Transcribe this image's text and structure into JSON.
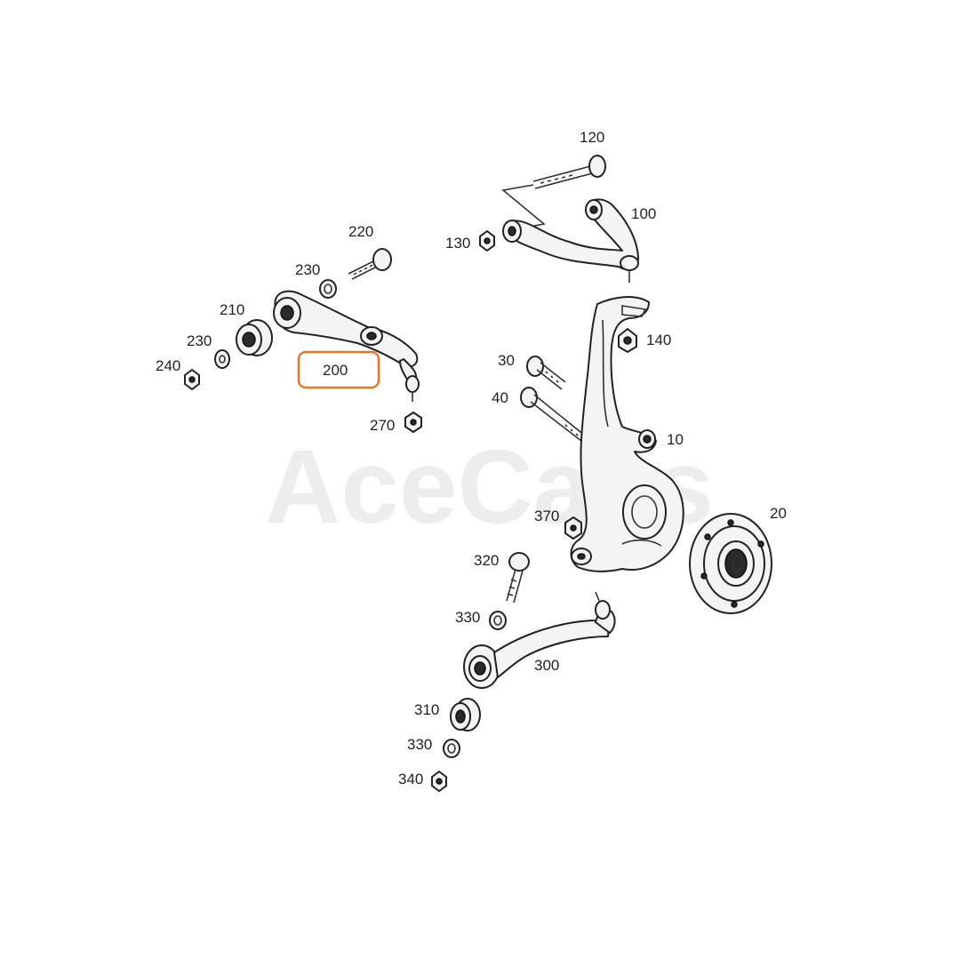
{
  "watermark": "AceCaps",
  "highlight_color": "#e87722",
  "labels": {
    "l120": "120",
    "l100": "100",
    "l130": "130",
    "l220": "220",
    "l230a": "230",
    "l210": "210",
    "l230b": "230",
    "l240": "240",
    "l200": "200",
    "l270": "270",
    "l140": "140",
    "l30": "30",
    "l40": "40",
    "l10": "10",
    "l370": "370",
    "l20": "20",
    "l320": "320",
    "l330a": "330",
    "l300": "300",
    "l310": "310",
    "l330b": "330",
    "l340": "340"
  }
}
